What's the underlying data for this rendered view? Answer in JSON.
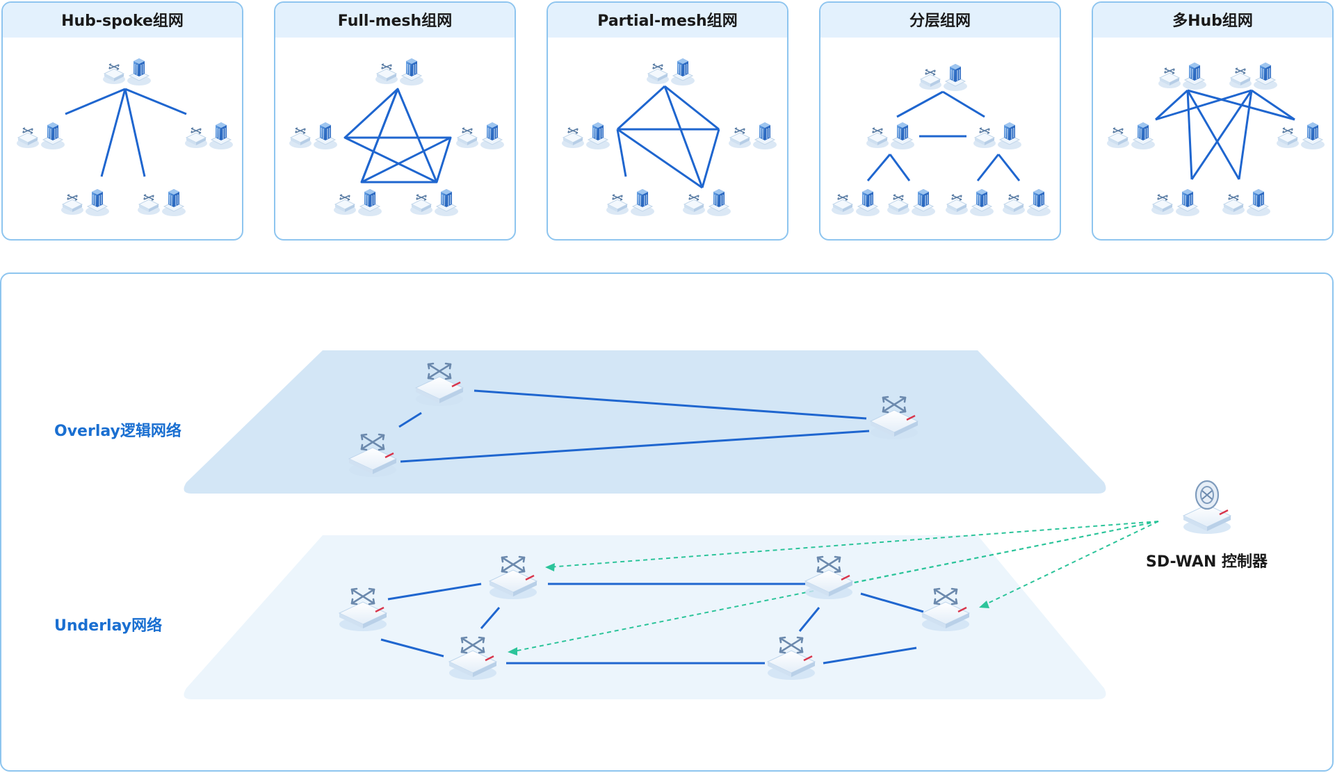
{
  "topologies": [
    {
      "id": "hub-spoke",
      "title": "Hub-spoke组网"
    },
    {
      "id": "full-mesh",
      "title": "Full-mesh组网"
    },
    {
      "id": "partial-mesh",
      "title": "Partial-mesh组网"
    },
    {
      "id": "hierarchical",
      "title": "分层组网"
    },
    {
      "id": "multi-hub",
      "title": "多Hub组网"
    }
  ],
  "layers": {
    "overlay_label": "Overlay逻辑网络",
    "underlay_label": "Underlay网络"
  },
  "controller": {
    "label": "SD-WAN 控制器"
  },
  "colors": {
    "link": "#1f66cf",
    "control_link": "#2cc49a",
    "border": "#8ec5ef",
    "title_bg": "#e3f1fd",
    "overlay_plane": "#d3e6f6",
    "underlay_plane": "#ecf5fc",
    "accent_text": "#1a6fd1"
  }
}
